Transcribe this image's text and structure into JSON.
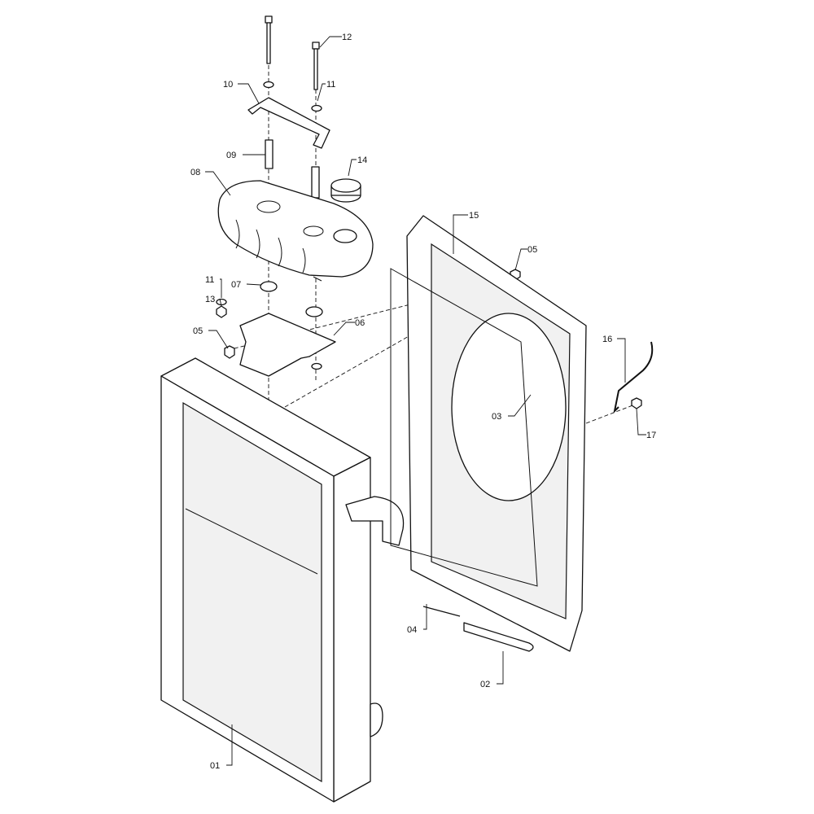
{
  "title": "Radiator and expansion tank assembly - exploded view",
  "callouts": {
    "c01": "01",
    "c02": "02",
    "c03": "03",
    "c04": "04",
    "c05a": "05",
    "c05b": "05",
    "c06": "06",
    "c07": "07",
    "c08": "08",
    "c09": "09",
    "c10": "10",
    "c11a": "11",
    "c11b": "11",
    "c12": "12",
    "c13": "13",
    "c14": "14",
    "c15": "15",
    "c16": "16",
    "c17": "17"
  }
}
